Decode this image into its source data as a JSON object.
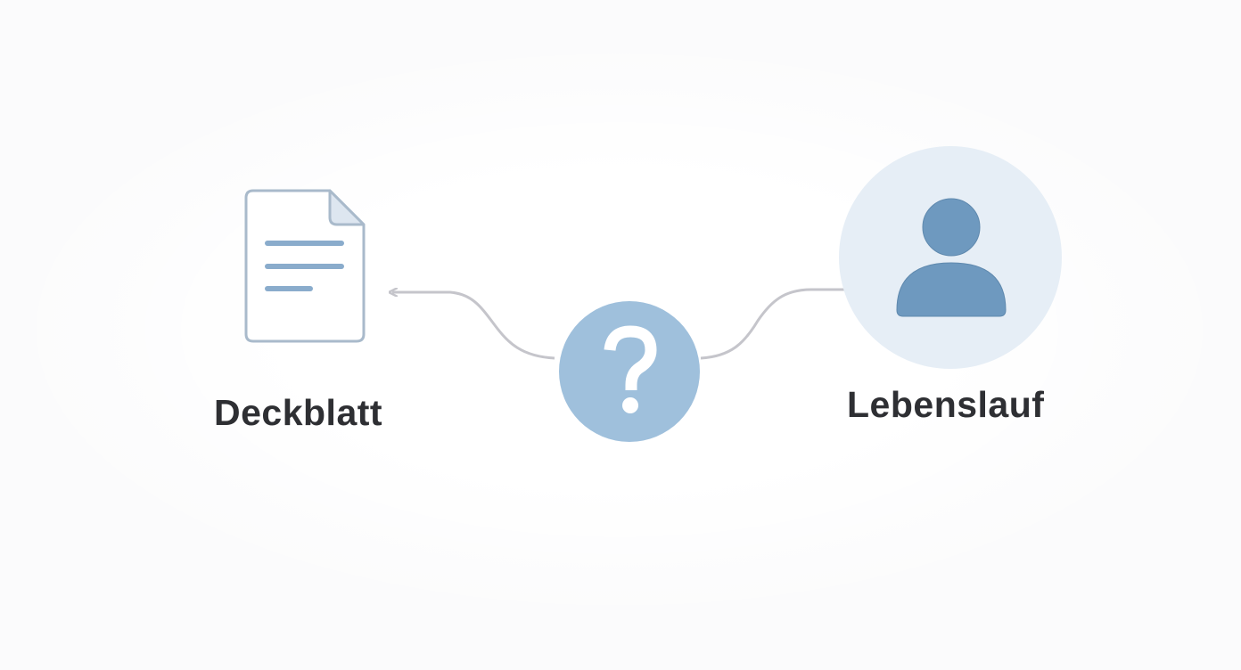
{
  "diagram": {
    "nodes": [
      {
        "id": "deckblatt",
        "label": "Deckblatt",
        "icon": "document-icon"
      },
      {
        "id": "unknown",
        "label": "?",
        "icon": "question-mark-icon"
      },
      {
        "id": "lebenslauf",
        "label": "Lebenslauf",
        "icon": "person-icon"
      }
    ],
    "edges": [
      {
        "from": "unknown",
        "to": "deckblatt",
        "style": "curved-arrow"
      },
      {
        "from": "unknown",
        "to": "lebenslauf",
        "style": "curved-arrow"
      }
    ],
    "colors": {
      "background": "#fbfbfc",
      "document_stroke": "#a9bacb",
      "document_lines": "#8aaccc",
      "question_circle": "#9fc0dc",
      "person_bg": "#e6eef6",
      "person_fill": "#6e99bf",
      "arrow": "#c5c5cb",
      "text": "#2e2f33"
    }
  }
}
